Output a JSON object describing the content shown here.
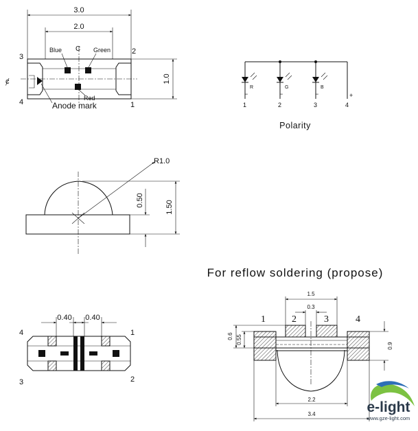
{
  "top_view": {
    "dim_overall_width": "3.0",
    "dim_pad_pitch": "2.0",
    "dim_height": "1.0",
    "pin_3": "3",
    "pin_2": "2",
    "pin_4": "4",
    "pin_1": "1",
    "label_blue": "Blue",
    "label_green": "Green",
    "label_red": "Red",
    "label_anode": "Anode mark",
    "center_mark": "C"
  },
  "polarity": {
    "title": "Polarity",
    "diodes": [
      {
        "letter": "R",
        "pin": "1"
      },
      {
        "letter": "G",
        "pin": "2"
      },
      {
        "letter": "B",
        "pin": "3"
      }
    ],
    "minus_signs": [
      "−",
      "−",
      "−"
    ],
    "plus_sign": "+",
    "common_pin": "4"
  },
  "side_view": {
    "radius_label": "R1.0",
    "dim_base": "0.50",
    "dim_total": "1.50"
  },
  "bottom_view": {
    "dim_left": "0.40",
    "dim_right": "0.40",
    "pin_4": "4",
    "pin_1": "1",
    "pin_3": "3",
    "pin_2": "2"
  },
  "reflow": {
    "title": "For reflow soldering (propose)",
    "dim_top": "1.5",
    "dim_gap": "0.3",
    "pads": [
      "1",
      "2",
      "3",
      "4"
    ],
    "dim_left_outer": "0.6",
    "dim_left_inner": "0.55",
    "dim_right": "0.9",
    "dim_inner_width": "2.2",
    "dim_overall": "3.4"
  },
  "logo": {
    "brand": "e-light",
    "url": "www.gze-light.com",
    "colors": {
      "green": "#7cc242",
      "blue": "#2e6fb7",
      "text": "#2b3a4a"
    }
  }
}
